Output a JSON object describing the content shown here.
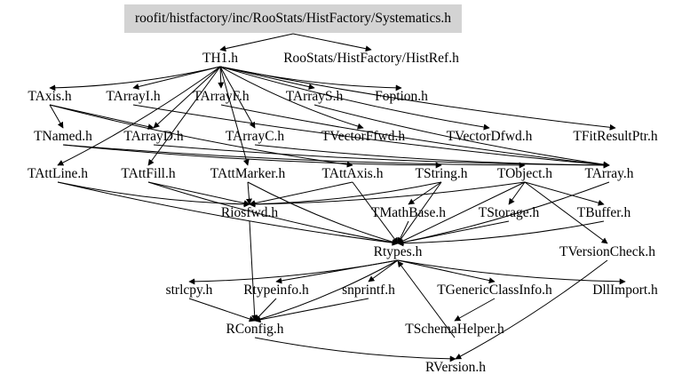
{
  "graph": {
    "root": "roofit/histfactory/inc/RooStats/HistFactory/Systematics.h",
    "nodes": {
      "sys": "roofit/histfactory/inc/RooStats/HistFactory/Systematics.h",
      "th1": "TH1.h",
      "histref": "RooStats/HistFactory/HistRef.h",
      "taxis": "TAxis.h",
      "tarrayi": "TArrayI.h",
      "tarrayf": "TArrayF.h",
      "tarrays": "TArrayS.h",
      "foption": "Foption.h",
      "tnamed": "TNamed.h",
      "tarrayd": "TArrayD.h",
      "tarrayc": "TArrayC.h",
      "tvectorf": "TVectorFfwd.h",
      "tvectord": "TVectorDfwd.h",
      "tfitresult": "TFitResultPtr.h",
      "tattline": "TAttLine.h",
      "tattfill": "TAttFill.h",
      "tattmarker": "TAttMarker.h",
      "tattaxis": "TAttAxis.h",
      "tstring": "TString.h",
      "tobject": "TObject.h",
      "tarray": "TArray.h",
      "riosfwd": "Riosfwd.h",
      "tmathbase": "TMathBase.h",
      "tstorage": "TStorage.h",
      "tbuffer": "TBuffer.h",
      "rtypes": "Rtypes.h",
      "tversioncheck": "TVersionCheck.h",
      "strlcpy": "strlcpy.h",
      "rtypeinfo": "Rtypeinfo.h",
      "snprintf": "snprintf.h",
      "tgeneric": "TGenericClassInfo.h",
      "dllimport": "DllImport.h",
      "rconfig": "RConfig.h",
      "tschema": "TSchemaHelper.h",
      "rversion": "RVersion.h"
    },
    "edges": [
      [
        "sys",
        "th1"
      ],
      [
        "sys",
        "histref"
      ],
      [
        "th1",
        "taxis"
      ],
      [
        "th1",
        "tarrayi"
      ],
      [
        "th1",
        "tarrayf"
      ],
      [
        "th1",
        "tarrays"
      ],
      [
        "th1",
        "foption"
      ],
      [
        "th1",
        "tarrayd"
      ],
      [
        "th1",
        "tarrayc"
      ],
      [
        "th1",
        "tvectorf"
      ],
      [
        "th1",
        "tvectord"
      ],
      [
        "th1",
        "tfitresult"
      ],
      [
        "th1",
        "tattline"
      ],
      [
        "th1",
        "tattfill"
      ],
      [
        "th1",
        "tattmarker"
      ],
      [
        "taxis",
        "tnamed"
      ],
      [
        "taxis",
        "tattaxis"
      ],
      [
        "taxis",
        "tarrayd"
      ],
      [
        "tnamed",
        "tobject"
      ],
      [
        "tnamed",
        "tstring"
      ],
      [
        "tarrayi",
        "tarray"
      ],
      [
        "tarrayf",
        "tarray"
      ],
      [
        "tarrays",
        "tarray"
      ],
      [
        "tarrayd",
        "tarray"
      ],
      [
        "tarrayc",
        "tarray"
      ],
      [
        "tattline",
        "riosfwd"
      ],
      [
        "tattline",
        "rtypes"
      ],
      [
        "tattfill",
        "rtypes"
      ],
      [
        "tattmarker",
        "rtypes"
      ],
      [
        "tattaxis",
        "rtypes"
      ],
      [
        "tattfill",
        "riosfwd"
      ],
      [
        "tattmarker",
        "riosfwd"
      ],
      [
        "tattaxis",
        "riosfwd"
      ],
      [
        "tstring",
        "tmathbase"
      ],
      [
        "tstring",
        "riosfwd"
      ],
      [
        "tstring",
        "rtypes"
      ],
      [
        "tobject",
        "rtypes"
      ],
      [
        "tobject",
        "tstorage"
      ],
      [
        "tobject",
        "tversioncheck"
      ],
      [
        "tobject",
        "riosfwd"
      ],
      [
        "tobject",
        "tbuffer"
      ],
      [
        "tarray",
        "rtypes"
      ],
      [
        "tbuffer",
        "rtypes"
      ],
      [
        "tstorage",
        "rtypes"
      ],
      [
        "tmathbase",
        "rtypes"
      ],
      [
        "riosfwd",
        "rconfig"
      ],
      [
        "rtypes",
        "strlcpy"
      ],
      [
        "rtypes",
        "rtypeinfo"
      ],
      [
        "rtypes",
        "snprintf"
      ],
      [
        "rtypes",
        "tgeneric"
      ],
      [
        "rtypes",
        "dllimport"
      ],
      [
        "rtypes",
        "rconfig"
      ],
      [
        "tgeneric",
        "tschema"
      ],
      [
        "tschema",
        "rtypes"
      ],
      [
        "strlcpy",
        "rconfig"
      ],
      [
        "rtypeinfo",
        "rconfig"
      ],
      [
        "snprintf",
        "rconfig"
      ],
      [
        "rconfig",
        "rversion"
      ],
      [
        "tversioncheck",
        "rversion"
      ]
    ]
  }
}
